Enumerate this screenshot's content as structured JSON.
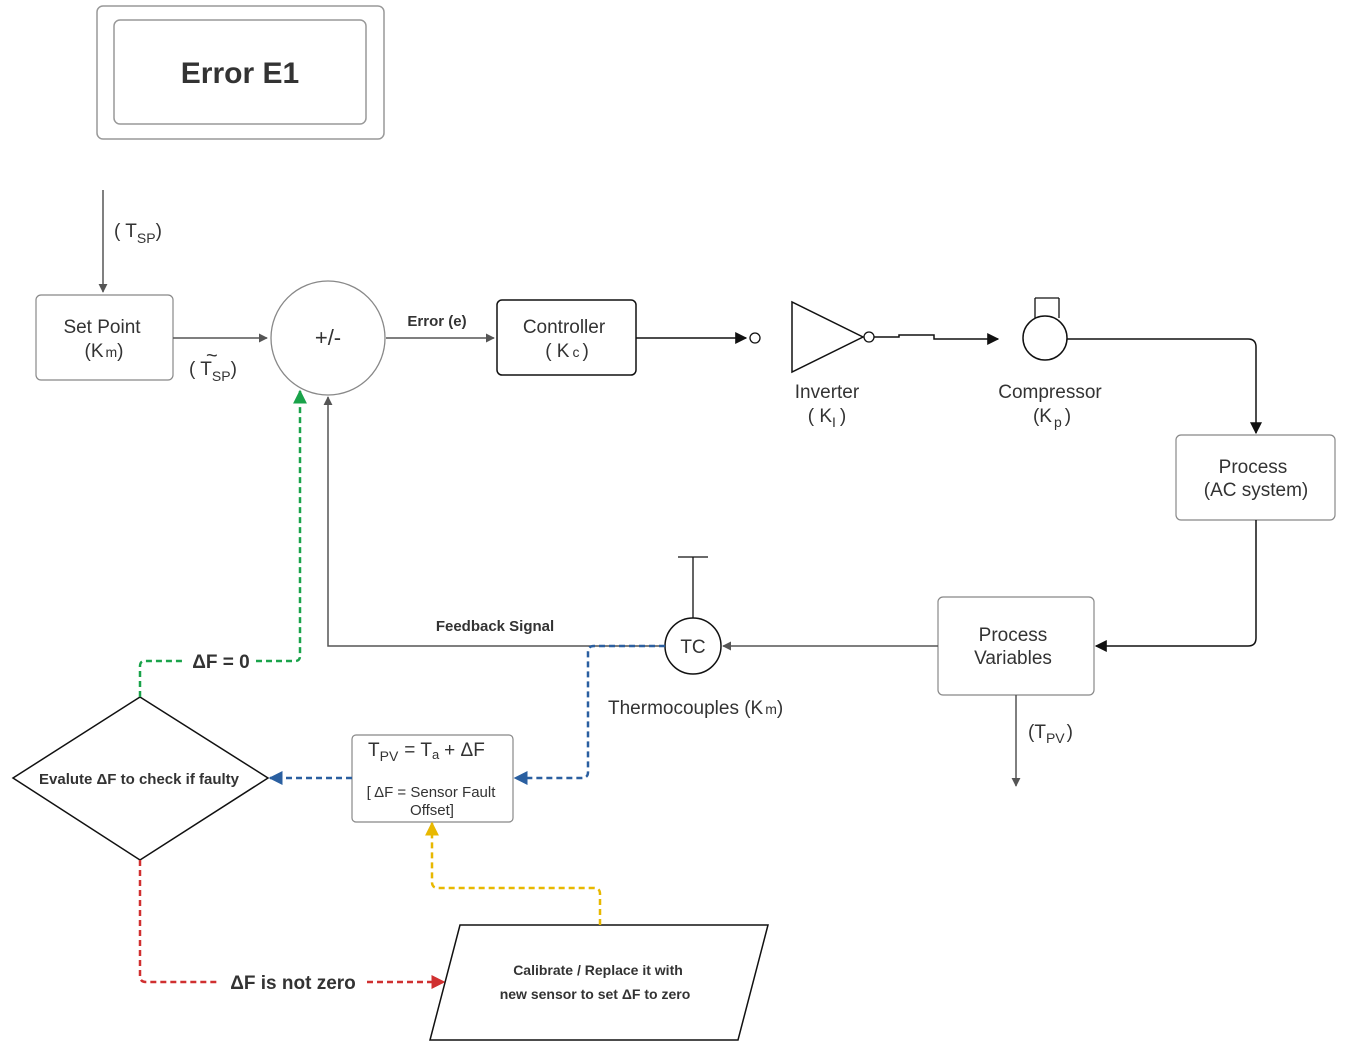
{
  "error_display": {
    "text": "Error E1"
  },
  "setpoint_input": {
    "label_main": "( T",
    "label_sub": "SP",
    "label_close": ")"
  },
  "set_point": {
    "line1": "Set Point",
    "line2_main": "(K",
    "line2_sub": "m",
    "line2_close": ")"
  },
  "filtered_setpoint": {
    "main": "( T",
    "tilde": "~",
    "sub": "SP",
    "close": ")"
  },
  "summing_junction": {
    "text": "+/-"
  },
  "error_signal": {
    "text": "Error (e)"
  },
  "controller": {
    "line1": "Controller",
    "line2_main": "( K",
    "line2_sub": "c",
    "line2_close": ")"
  },
  "inverter": {
    "line1": "Inverter",
    "line2_main": "( K",
    "line2_sub": "I",
    "line2_close": ")"
  },
  "compressor": {
    "line1": "Compressor",
    "line2_main": "(K",
    "line2_sub": "p",
    "line2_close": ")"
  },
  "process": {
    "line1": "Process",
    "line2": "(AC system)"
  },
  "process_variables": {
    "line1": "Process",
    "line2": "Variables"
  },
  "pv_output": {
    "main": "(T",
    "sub": "PV",
    "close": ")"
  },
  "thermocouple": {
    "symbol": "TC",
    "label_main": "Thermocouples (K",
    "label_sub": "m",
    "label_close": ")"
  },
  "feedback": {
    "text": "Feedback Signal"
  },
  "equation_box": {
    "t": "T",
    "pv": "PV",
    "eq": "= T",
    "a": "a",
    "plus": "+ ΔF",
    "note_line1": "[ ΔF = Sensor Fault",
    "note_line2": "Offset]"
  },
  "decision": {
    "text": "Evalute ΔF to check if faulty"
  },
  "zero_branch": {
    "text": "ΔF = 0"
  },
  "nonzero_branch": {
    "text": "ΔF is not zero"
  },
  "calibrate": {
    "line1": "Calibrate /  Replace it with",
    "line2": "new sensor to set ΔF to zero"
  },
  "colors": {
    "line": "#555555",
    "green": "#1aa34a",
    "blue": "#2a5fa0",
    "red": "#d03030",
    "yellow": "#e8b800"
  }
}
